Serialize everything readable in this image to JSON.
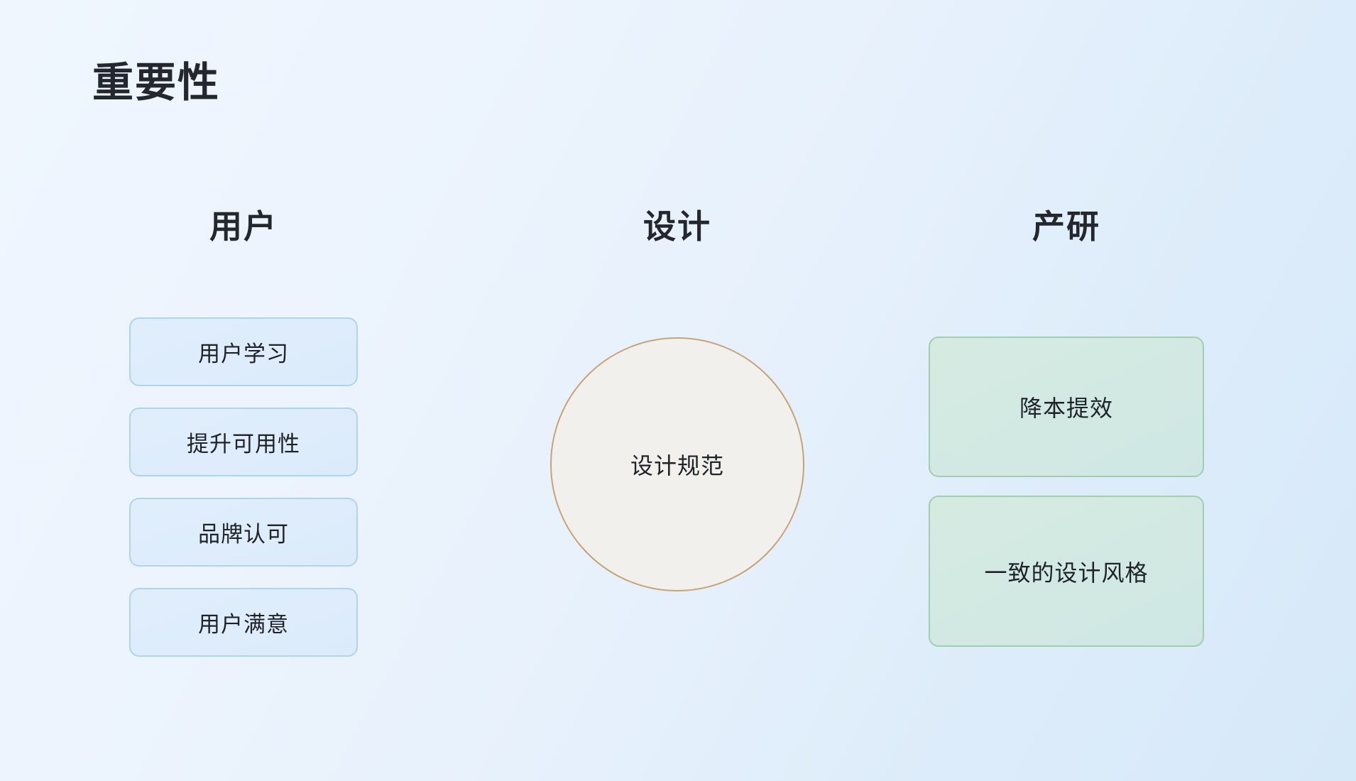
{
  "slide": {
    "title": "重要性",
    "background": {
      "gradient_from": "#eff6fe",
      "gradient_to": "#d6e9f9"
    }
  },
  "columns": [
    {
      "key": "user",
      "header": "用户",
      "accent_fill": "#e0eefc",
      "accent_border": "#aed4f2",
      "items": [
        {
          "label": "用户学习"
        },
        {
          "label": "提升可用性"
        },
        {
          "label": "品牌认可"
        },
        {
          "label": "用户满意"
        }
      ]
    },
    {
      "key": "design",
      "header": "设计",
      "accent_fill": "#f2f0ec",
      "accent_border": "#c7a477",
      "items": [
        {
          "label": "设计规范"
        }
      ]
    },
    {
      "key": "product",
      "header": "产研",
      "accent_fill": "#d3e9df",
      "accent_border": "#9fcfae",
      "items": [
        {
          "label": "降本提效"
        },
        {
          "label": "一致的设计风格"
        }
      ]
    }
  ]
}
